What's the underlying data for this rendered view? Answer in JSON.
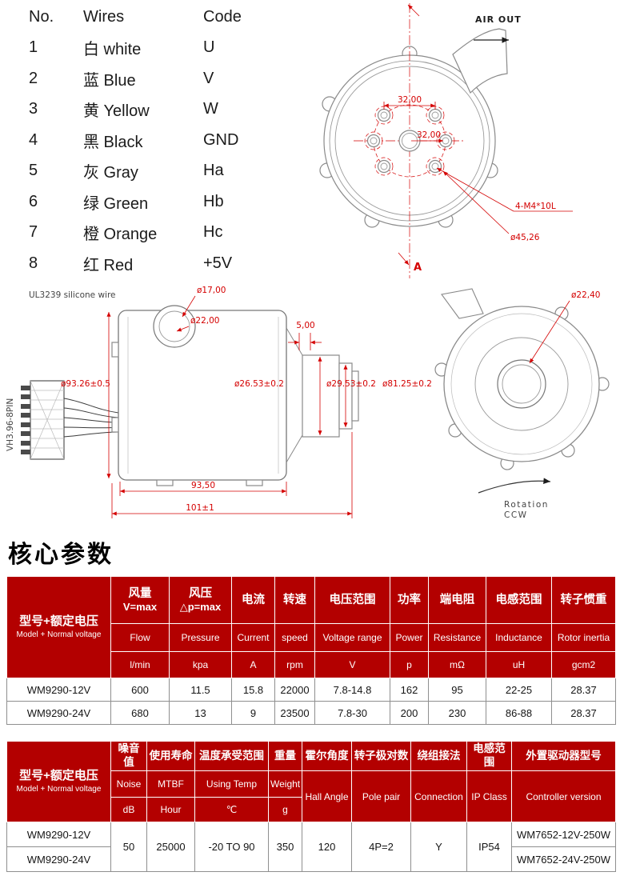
{
  "colors": {
    "header_red": "#b30000",
    "dimension_red": "#d40000"
  },
  "wire_table": {
    "headers": {
      "no": "No.",
      "wires": "Wires",
      "code": "Code"
    },
    "rows": [
      {
        "no": "1",
        "wire": "白 white",
        "code": "U"
      },
      {
        "no": "2",
        "wire": "蓝 Blue",
        "code": "V"
      },
      {
        "no": "3",
        "wire": "黄 Yellow",
        "code": "W"
      },
      {
        "no": "4",
        "wire": "黑 Black",
        "code": "GND"
      },
      {
        "no": "5",
        "wire": "灰 Gray",
        "code": "Ha"
      },
      {
        "no": "6",
        "wire": "绿 Green",
        "code": "Hb"
      },
      {
        "no": "7",
        "wire": "橙 Orange",
        "code": "Hc"
      },
      {
        "no": "8",
        "wire": "红 Red",
        "code": "+5V"
      }
    ]
  },
  "front_view": {
    "air_out": "AIR OUT",
    "hole_pitch_h": "32,00",
    "hole_pitch_v": "32,00",
    "screw_spec": "4-M4*10L",
    "bolt_circle_dia": "ø45,26",
    "section_label": "A"
  },
  "side_view": {
    "wire_spec": "UL3239 silicone wire",
    "connector": "VH3.96-8PIN",
    "inlet_dia": "ø17,00",
    "inlet_outer_dia": "ø22,00",
    "step_len": "5,00",
    "body_dia": "ø93.26±0.5",
    "shaft_dia": "ø26.53±0.2",
    "flange_dia": "ø29.53±0.2",
    "can_dia": "ø81.25±0.2",
    "body_len": "93,50",
    "total_len": "101±1"
  },
  "rear_view": {
    "center_hole_dia": "ø22,40",
    "rotation_line1": "Rotation",
    "rotation_line2": "CCW"
  },
  "section_title": "核心参数",
  "perf_table": {
    "model_zh": "型号+额定电压",
    "model_en": "Model + Normal voltage",
    "cols": [
      {
        "zh1": "风量",
        "zh2": "V=max",
        "en": "Flow",
        "unit": "l/min"
      },
      {
        "zh1": "风压",
        "zh2": "△p=max",
        "en": "Pressure",
        "unit": "kpa"
      },
      {
        "zh1": "电流",
        "en": "Current",
        "unit": "A"
      },
      {
        "zh1": "转速",
        "en": "speed",
        "unit": "rpm"
      },
      {
        "zh1": "电压范围",
        "en": "Voltage range",
        "unit": "V"
      },
      {
        "zh1": "功率",
        "en": "Power",
        "unit": "p"
      },
      {
        "zh1": "端电阻",
        "en": "Resistance",
        "unit": "mΩ"
      },
      {
        "zh1": "电感范围",
        "en": "Inductance",
        "unit": "uH"
      },
      {
        "zh1": "转子惯重",
        "en": "Rotor inertia",
        "unit": "gcm2"
      }
    ],
    "rows": [
      {
        "model": "WM9290-12V",
        "values": [
          "600",
          "11.5",
          "15.8",
          "22000",
          "7.8-14.8",
          "162",
          "95",
          "22-25",
          "28.37"
        ]
      },
      {
        "model": "WM9290-24V",
        "values": [
          "680",
          "13",
          "9",
          "23500",
          "7.8-30",
          "200",
          "230",
          "86-88",
          "28.37"
        ]
      }
    ]
  },
  "env_table": {
    "model_zh": "型号+额定电压",
    "model_en": "Model + Normal voltage",
    "cols": [
      {
        "zh": "噪音值",
        "en": "Noise",
        "unit": "dB"
      },
      {
        "zh": "使用寿命",
        "en": "MTBF",
        "unit": "Hour"
      },
      {
        "zh": "温度承受范围",
        "en": "Using Temp",
        "unit": "℃"
      },
      {
        "zh": "重量",
        "en": "Weight",
        "unit": "g"
      },
      {
        "zh": "霍尔角度",
        "en": "Hall Angle"
      },
      {
        "zh": "转子极对数",
        "en": "Pole pair"
      },
      {
        "zh": "绕组接法",
        "en": "Connection"
      },
      {
        "zh": "电感范围",
        "en": "IP Class"
      },
      {
        "zh": "外置驱动器型号",
        "en": "Controller version"
      }
    ],
    "models": [
      "WM9290-12V",
      "WM9290-24V"
    ],
    "shared_values": [
      "50",
      "25000",
      "-20 TO 90",
      "350",
      "120",
      "4P=2",
      "Y",
      "IP54"
    ],
    "controllers": [
      "WM7652-12V-250W",
      "WM7652-24V-250W"
    ]
  }
}
